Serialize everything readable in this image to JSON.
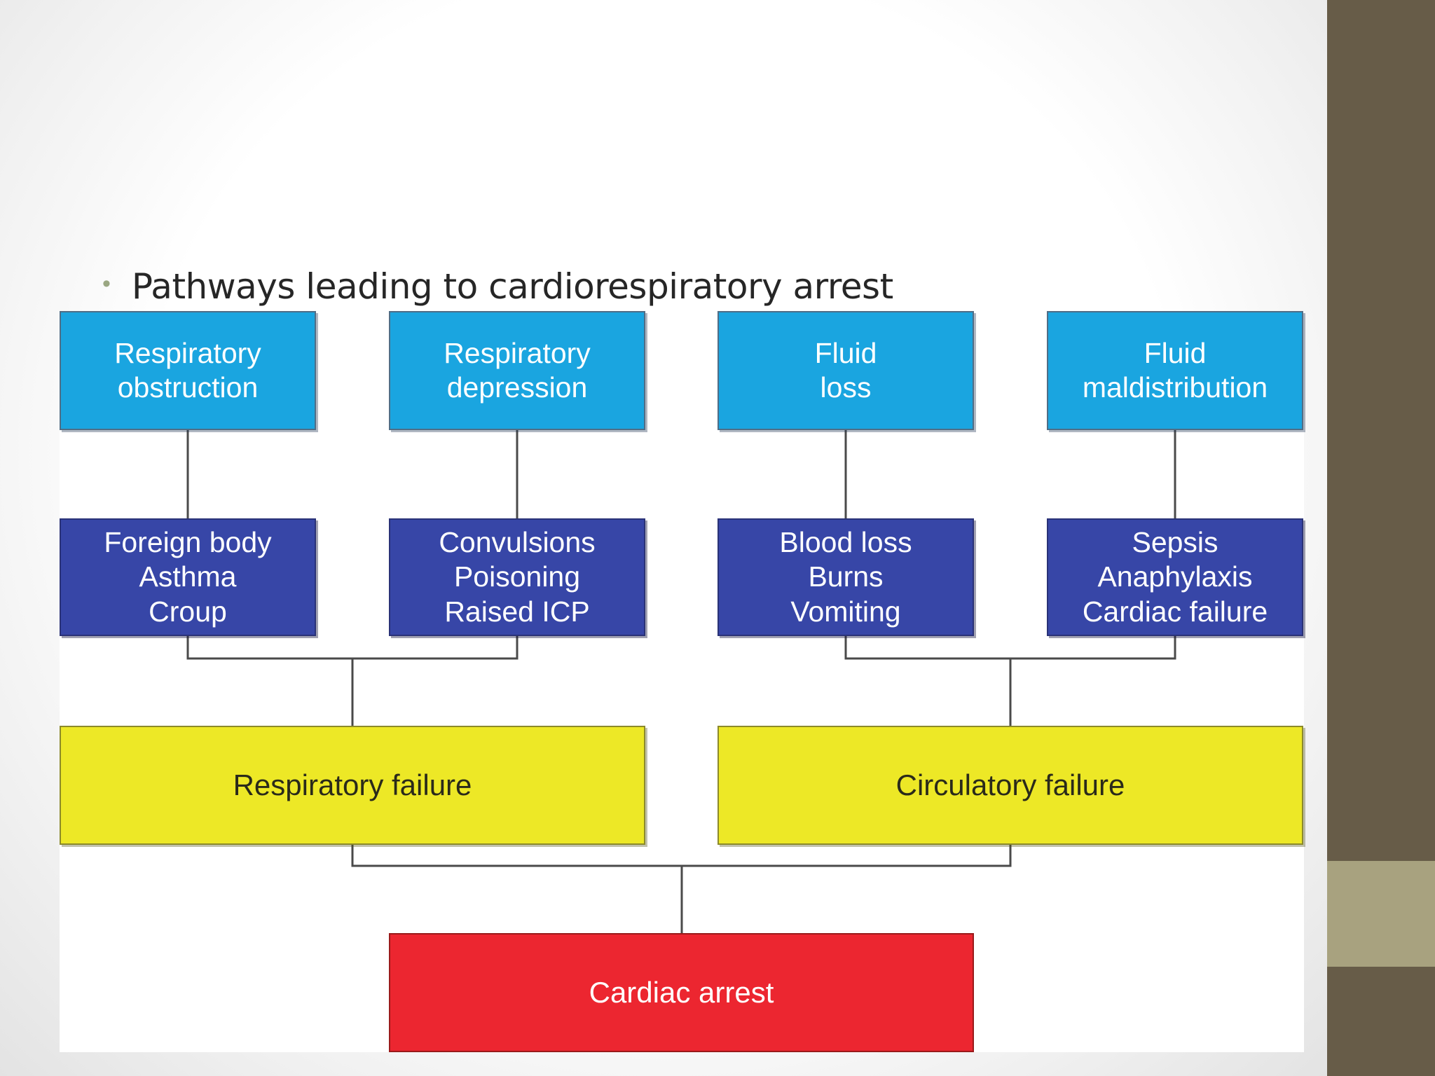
{
  "colors": {
    "background": "#ffffff",
    "side_bar": "#675c48",
    "side_bar_accent": "#a8a27f",
    "bullet": "#9aa782",
    "top_boxes": "#1aa5e0",
    "mid_boxes": "#3746a7",
    "failure_boxes": "#ede826",
    "arrest_box": "#ec2630",
    "connector": "#4a4a4a"
  },
  "slide": {
    "bullet_text": "Pathways leading to cardiorespiratory arrest"
  },
  "diagram": {
    "causes": [
      {
        "label": "Respiratory\nobstruction"
      },
      {
        "label": "Respiratory\ndepression"
      },
      {
        "label": "Fluid\nloss"
      },
      {
        "label": "Fluid\nmaldistribution"
      }
    ],
    "examples": [
      {
        "label": "Foreign body\nAsthma\nCroup"
      },
      {
        "label": "Convulsions\nPoisoning\nRaised ICP"
      },
      {
        "label": "Blood loss\nBurns\nVomiting"
      },
      {
        "label": "Sepsis\nAnaphylaxis\nCardiac failure"
      }
    ],
    "failures": [
      {
        "label": "Respiratory failure"
      },
      {
        "label": "Circulatory failure"
      }
    ],
    "outcome": {
      "label": "Cardiac arrest"
    }
  }
}
